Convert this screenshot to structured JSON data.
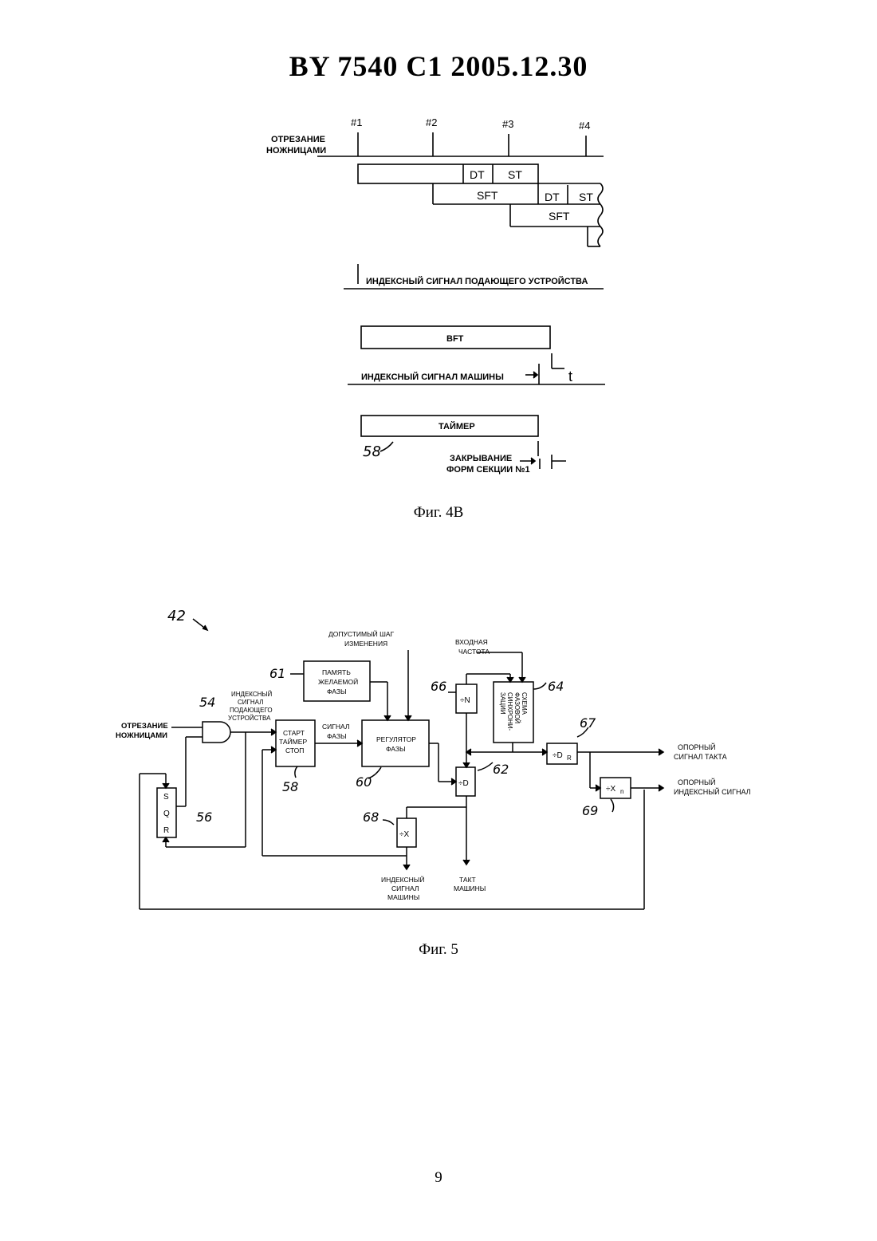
{
  "document": {
    "header": "BY  7540  C1  2005.12.30",
    "page_number": "9"
  },
  "fig4b": {
    "caption": "Фиг. 4B",
    "shear_cut_line1": "ОТРЕЗАНИЕ",
    "shear_cut_line2": "НОЖНИЦАМИ",
    "markers": [
      "#1",
      "#2",
      "#3",
      "#4"
    ],
    "dt": "DT",
    "st": "ST",
    "sft": "SFT",
    "feeder_index": "ИНДЕКСНЫЙ СИГНАЛ ПОДАЮЩЕГО УСТРОЙСТВА",
    "bft": "BFT",
    "machine_index": "ИНДЕКСНЫЙ СИГНАЛ МАШИНЫ",
    "t_label": "t",
    "timer": "ТАЙМЕР",
    "ref_58": "58",
    "mold_close_line1": "ЗАКРЫВАНИЕ",
    "mold_close_line2": "ФОРМ СЕКЦИИ №1"
  },
  "fig5": {
    "caption": "Фиг. 5",
    "ref_42": "42",
    "ref_54": "54",
    "ref_56": "56",
    "ref_58": "58",
    "ref_60": "60",
    "ref_61": "61",
    "ref_62": "62",
    "ref_64": "64",
    "ref_66": "66",
    "ref_67": "67",
    "ref_68": "68",
    "ref_69": "69",
    "shear_cut_line1": "ОТРЕЗАНИЕ",
    "shear_cut_line2": "НОЖНИЦАМИ",
    "feeder_index_lines": [
      "ИНДЕКСНЫЙ",
      "СИГНАЛ",
      "ПОДАЮЩЕГО",
      "УСТРОЙСТВА"
    ],
    "flipflop_s": "S",
    "flipflop_q": "Q",
    "flipflop_r": "R",
    "timer_lines": [
      "СТАРТ",
      "ТАЙМЕР",
      "СТОП"
    ],
    "phase_signal_lines": [
      "СИГНАЛ",
      "ФАЗЫ"
    ],
    "memory_lines": [
      "ПАМЯТЬ",
      "ЖЕЛАЕМОЙ",
      "ФАЗЫ"
    ],
    "step_lines": [
      "ДОПУСТИМЫЙ ШАГ",
      "ИЗМЕНЕНИЯ"
    ],
    "regulator_lines": [
      "РЕГУЛЯТОР",
      "ФАЗЫ"
    ],
    "input_freq_lines": [
      "ВХОДНАЯ",
      "ЧАСТОТА"
    ],
    "div_n": "÷N",
    "pll_lines": [
      "СХЕМА",
      "ФАЗОВОЙ",
      "СИНХРОНИ-",
      "ЗАЦИИ"
    ],
    "div_d": "÷D",
    "div_dr": "÷D",
    "div_dr_sub": "R",
    "div_xn": "÷X",
    "div_xn_sub": "n",
    "div_x": "÷X",
    "clock_ref_lines": [
      "ОПОРНЫЙ",
      "СИГНАЛ ТАКТА"
    ],
    "index_ref_lines": [
      "ОПОРНЫЙ",
      "ИНДЕКСНЫЙ СИГНАЛ"
    ],
    "machine_index_lines": [
      "ИНДЕКСНЫЙ",
      "СИГНАЛ",
      "МАШИНЫ"
    ],
    "machine_clock_lines": [
      "ТАКТ",
      "МАШИНЫ"
    ]
  }
}
